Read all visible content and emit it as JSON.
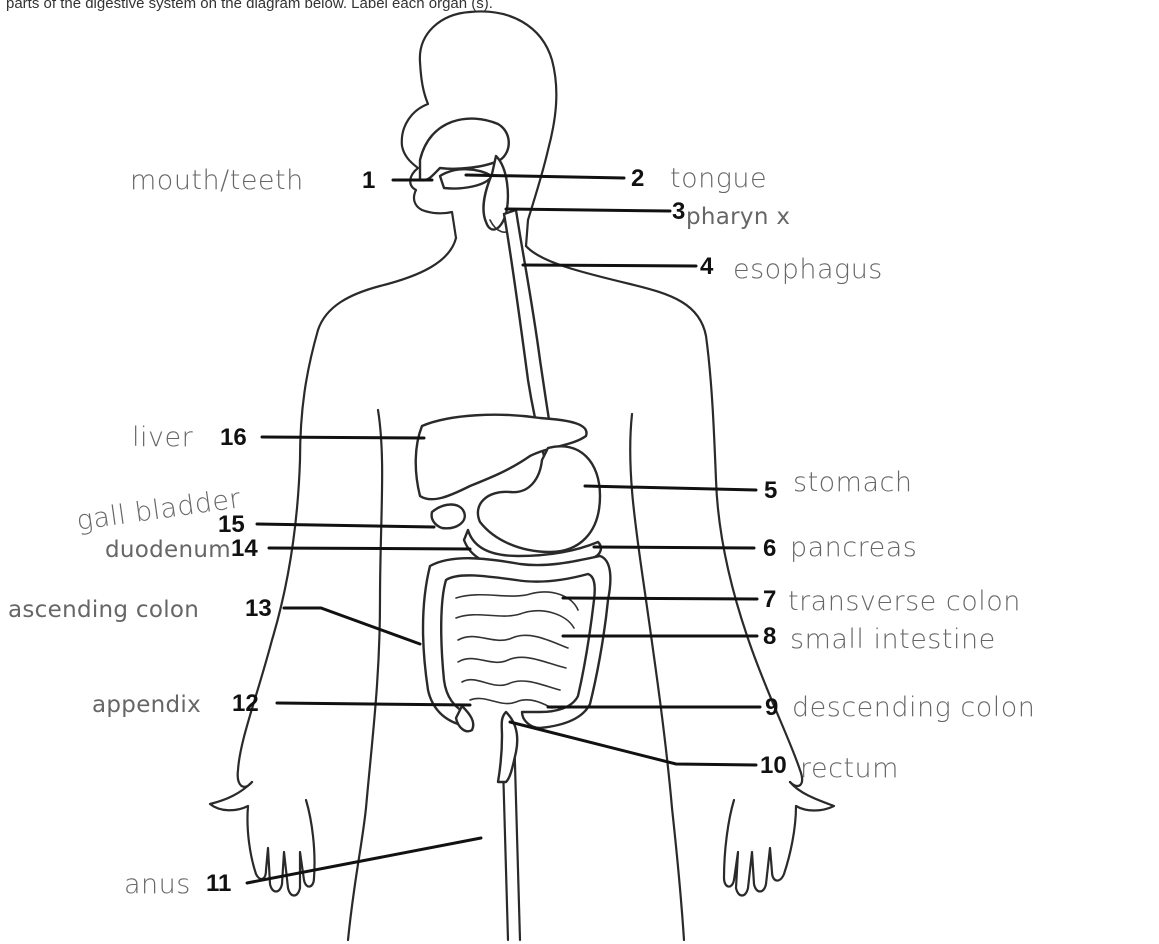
{
  "header": {
    "clipped_text": "parts of the digestive system on the diagram below. Label each organ (s)."
  },
  "labels": [
    {
      "number": "1",
      "name": "mouth/teeth"
    },
    {
      "number": "2",
      "name": "tongue"
    },
    {
      "number": "3",
      "name": "pharyn x"
    },
    {
      "number": "4",
      "name": "esophagus"
    },
    {
      "number": "5",
      "name": "stomach"
    },
    {
      "number": "6",
      "name": "pancreas"
    },
    {
      "number": "7",
      "name": "transverse colon"
    },
    {
      "number": "8",
      "name": "small intestine"
    },
    {
      "number": "9",
      "name": "descending colon"
    },
    {
      "number": "10",
      "name": "rectum"
    },
    {
      "number": "11",
      "name": "anus"
    },
    {
      "number": "12",
      "name": "appendix"
    },
    {
      "number": "13",
      "name": "ascending colon"
    },
    {
      "number": "14",
      "name": "duodenum"
    },
    {
      "number": "15",
      "name": "gall bladder"
    },
    {
      "number": "16",
      "name": "liver"
    }
  ]
}
